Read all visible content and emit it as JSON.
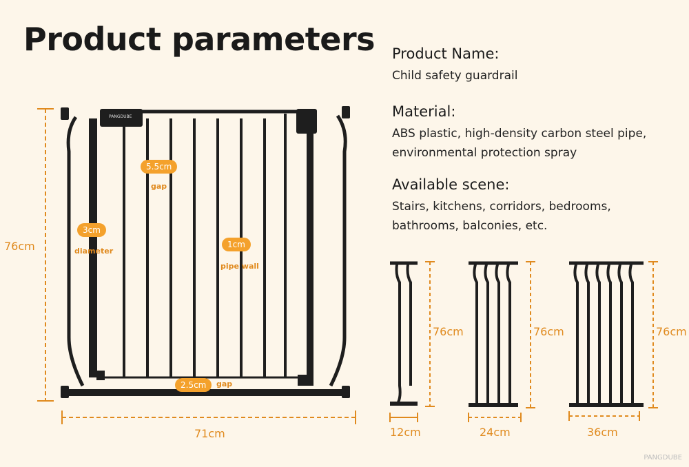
{
  "title": "Product parameters",
  "product_name": {
    "heading": "Product Name:",
    "text": "Child safety guardrail"
  },
  "material": {
    "heading": "Material:",
    "lines": [
      "ABS plastic, high-density carbon steel pipe,",
      "environmental protection spray"
    ]
  },
  "scene": {
    "heading": "Available scene:",
    "lines": [
      "Stairs, kitchens, corridors, bedrooms,",
      "bathrooms, balconies, etc."
    ]
  },
  "gate": {
    "height": "76cm",
    "width": "71cm",
    "gap_top_value": "5.5cm",
    "gap_top_label": "gap",
    "diameter_value": "3cm",
    "diameter_label": "diameter",
    "pipe_wall_value": "1cm",
    "pipe_wall_label": "pipe wall",
    "gap_bottom_value": "2.5cm",
    "gap_bottom_label": "gap",
    "panel_brand": "PANGDUBE"
  },
  "extensions": [
    {
      "width": "12cm",
      "height": "76cm"
    },
    {
      "width": "24cm",
      "height": "76cm"
    },
    {
      "width": "36cm",
      "height": "76cm"
    }
  ],
  "brand": "PANGDUBE",
  "colors": {
    "accent": "#f4a12c",
    "metal": "#1e1e1e",
    "background": "#fdf6ea"
  }
}
